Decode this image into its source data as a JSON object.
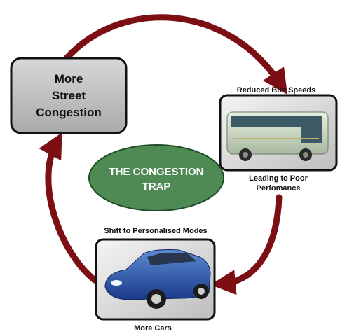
{
  "diagram": {
    "congestion_box": {
      "lines": [
        "More",
        "Street",
        "Congestion"
      ]
    },
    "center_label": {
      "lines": [
        "THE CONGESTION",
        "TRAP"
      ]
    },
    "bus": {
      "top_label": "Reduced Bus Speeds",
      "bottom_lines": [
        "Leading to Poor",
        "Perfomance"
      ]
    },
    "car": {
      "top_label": "Shift to Personalised Modes",
      "bottom_label": "More Cars"
    },
    "colors": {
      "arrow": "#7b0f14",
      "box_fill": "#c8c8c8",
      "center_fill": "#4f8a55"
    }
  }
}
